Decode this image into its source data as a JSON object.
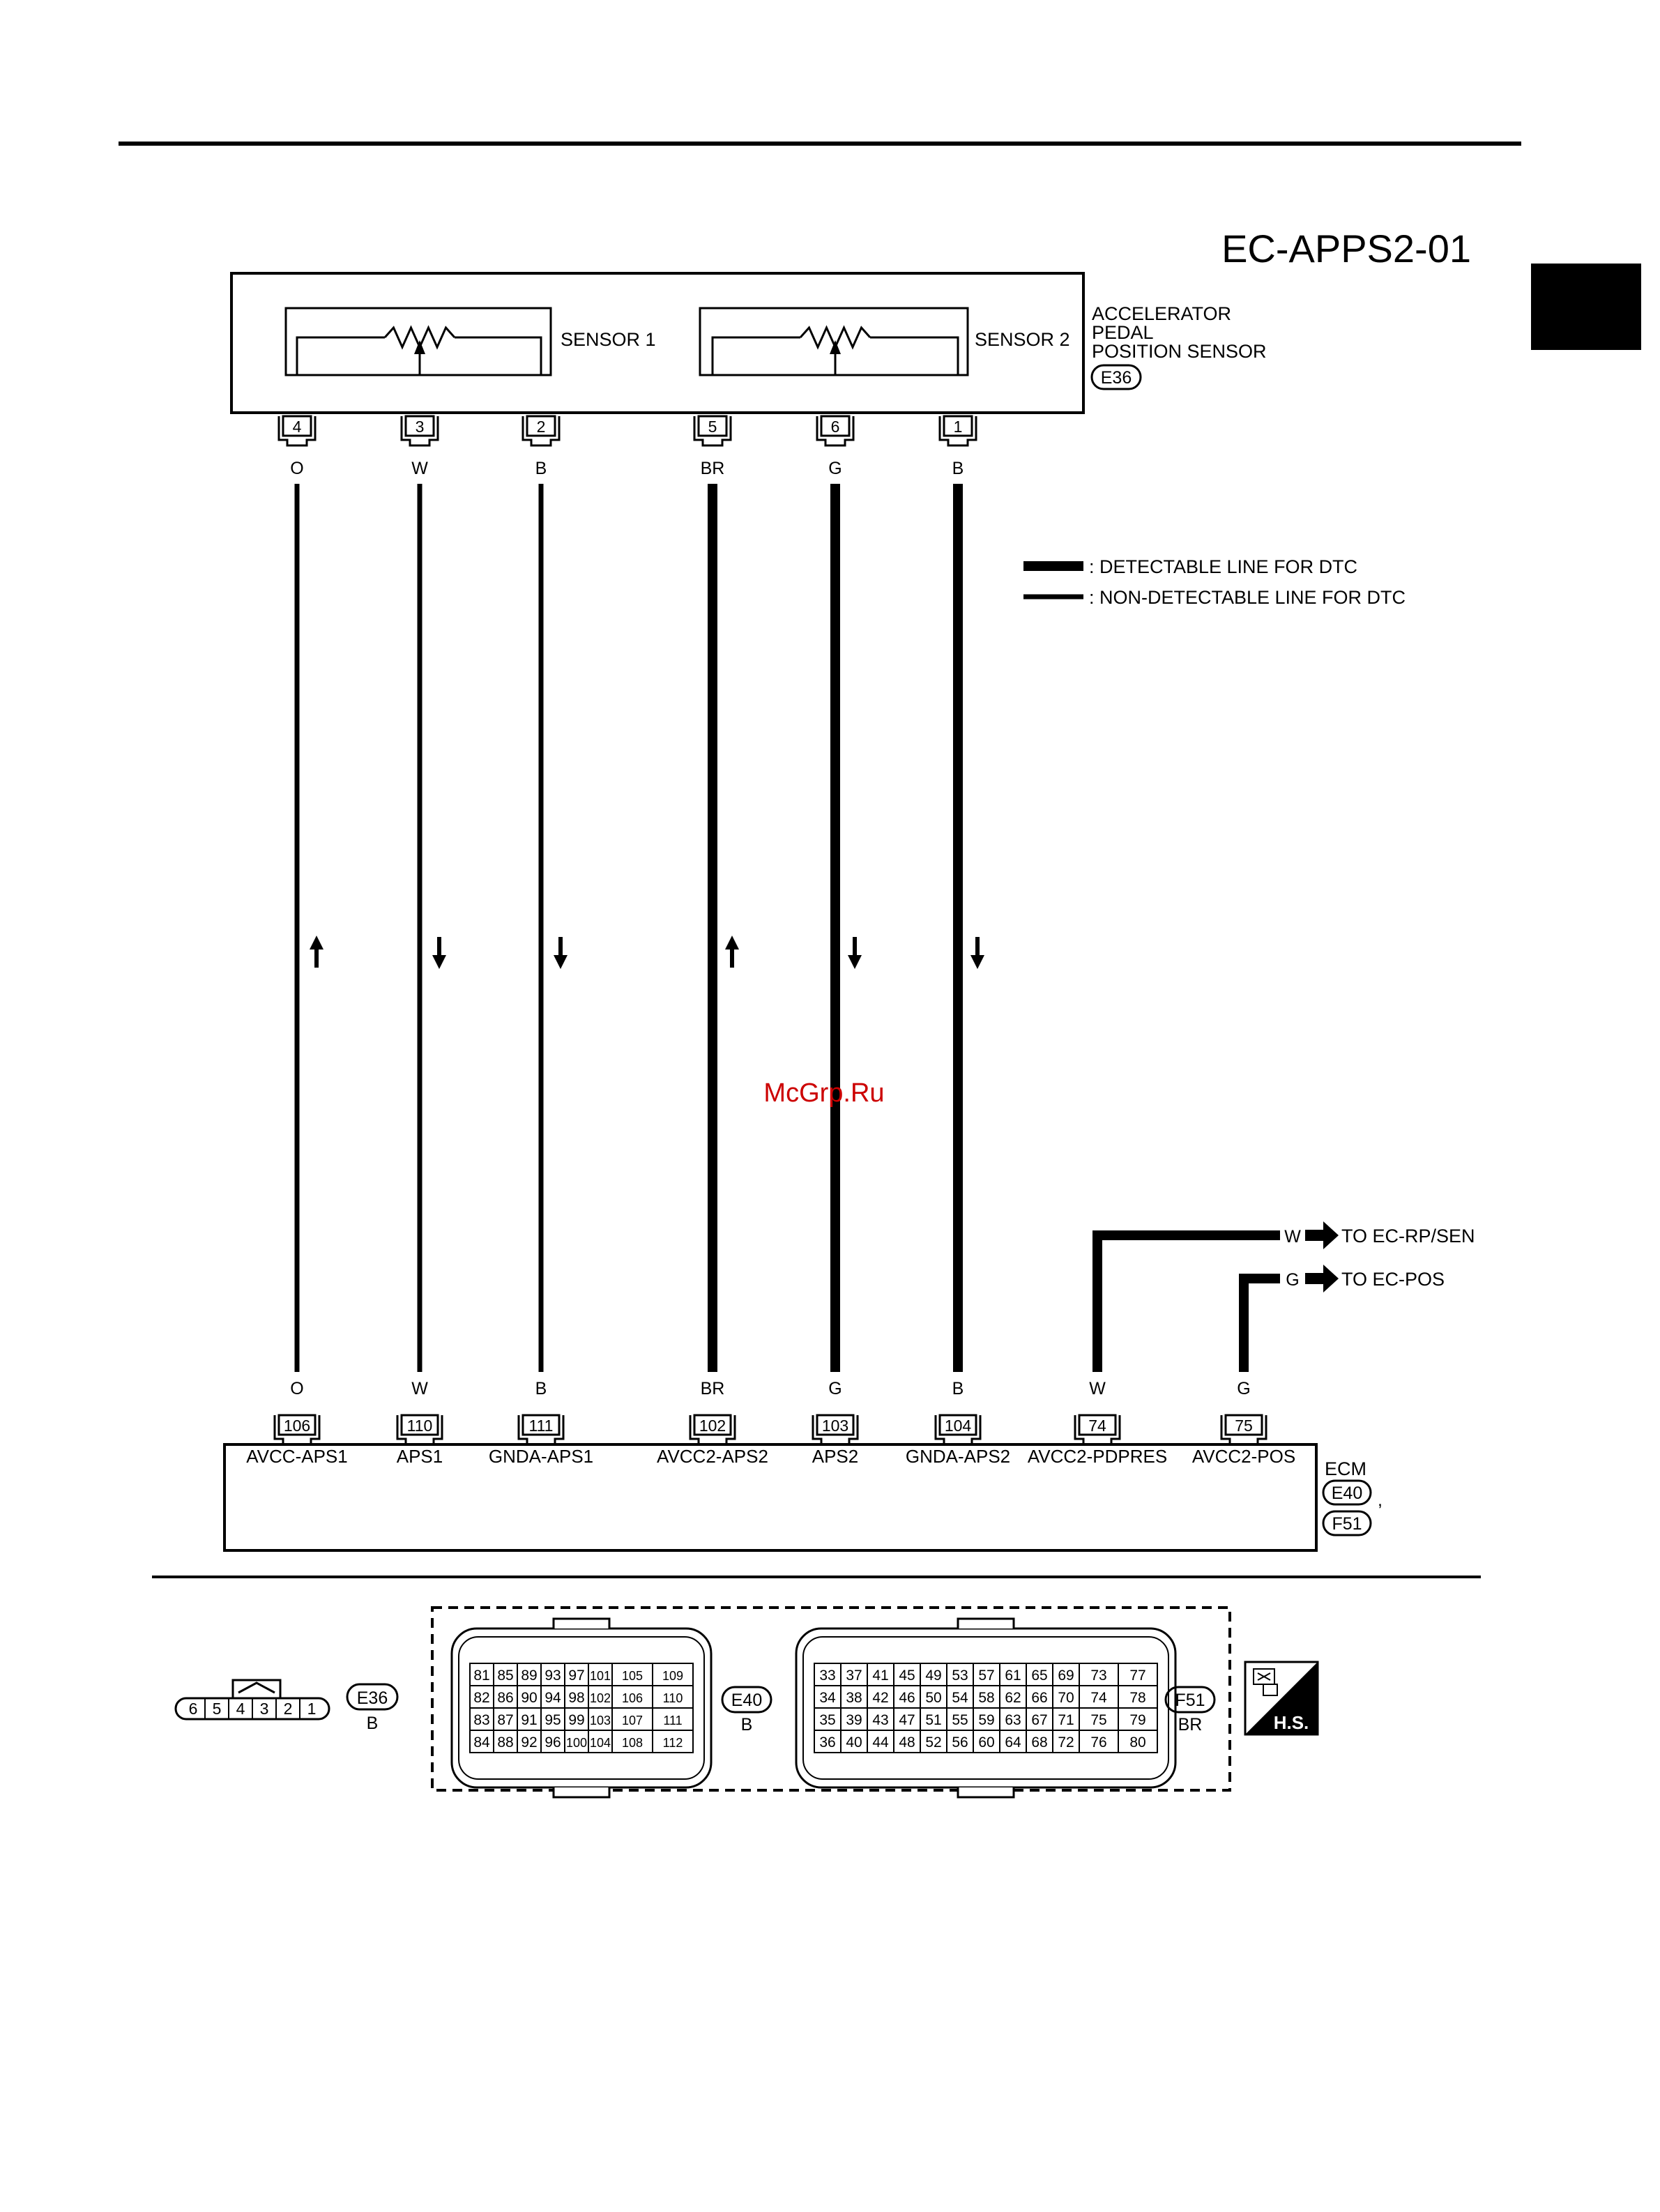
{
  "diagram_title": "EC-APPS2-01",
  "watermark": "McGrp.Ru",
  "sensor": {
    "sensor1_label": "SENSOR 1",
    "sensor2_label": "SENSOR 2",
    "name_line1": "ACCELERATOR",
    "name_line2": "PEDAL",
    "name_line3": "POSITION SENSOR",
    "connector": "E36"
  },
  "legend": {
    "detectable": ": DETECTABLE LINE FOR DTC",
    "non_detectable": ": NON-DETECTABLE LINE FOR DTC"
  },
  "wires": [
    {
      "sensor_pin": "4",
      "color": "O",
      "ecm_pin": "106",
      "signal": "AVCC-APS1",
      "thick": false,
      "arrow": "up"
    },
    {
      "sensor_pin": "3",
      "color": "W",
      "ecm_pin": "110",
      "signal": "APS1",
      "thick": false,
      "arrow": "down"
    },
    {
      "sensor_pin": "2",
      "color": "B",
      "ecm_pin": "111",
      "signal": "GNDA-APS1",
      "thick": false,
      "arrow": "down"
    },
    {
      "sensor_pin": "5",
      "color": "BR",
      "ecm_pin": "102",
      "signal": "AVCC2-APS2",
      "thick": true,
      "arrow": "up"
    },
    {
      "sensor_pin": "6",
      "color": "G",
      "ecm_pin": "103",
      "signal": "APS2",
      "thick": true,
      "arrow": "down"
    },
    {
      "sensor_pin": "1",
      "color": "B",
      "ecm_pin": "104",
      "signal": "GNDA-APS2",
      "thick": true,
      "arrow": "down"
    }
  ],
  "external_wires": [
    {
      "color": "W",
      "ecm_pin": "74",
      "signal": "AVCC2-PDPRES",
      "dest": "TO EC-RP/SEN"
    },
    {
      "color": "G",
      "ecm_pin": "75",
      "signal": "AVCC2-POS",
      "dest": "TO EC-POS"
    }
  ],
  "ecm": {
    "label": "ECM",
    "connector1": "E40",
    "connector2": "F51",
    "separator": ","
  },
  "connector_views": {
    "e36": {
      "id": "E36",
      "color": "B",
      "pins": [
        "6",
        "5",
        "4",
        "3",
        "2",
        "1"
      ]
    },
    "e40": {
      "id": "E40",
      "color": "B",
      "rows": [
        [
          "81",
          "85",
          "89",
          "93",
          "97",
          "101",
          "105",
          "109"
        ],
        [
          "82",
          "86",
          "90",
          "94",
          "98",
          "102",
          "106",
          "110"
        ],
        [
          "83",
          "87",
          "91",
          "95",
          "99",
          "103",
          "107",
          "111"
        ],
        [
          "84",
          "88",
          "92",
          "96",
          "100",
          "104",
          "108",
          "112"
        ]
      ]
    },
    "f51": {
      "id": "F51",
      "color": "BR",
      "rows": [
        [
          "33",
          "37",
          "41",
          "45",
          "49",
          "53",
          "57",
          "61",
          "65",
          "69",
          "73",
          "77"
        ],
        [
          "34",
          "38",
          "42",
          "46",
          "50",
          "54",
          "58",
          "62",
          "66",
          "70",
          "74",
          "78"
        ],
        [
          "35",
          "39",
          "43",
          "47",
          "51",
          "55",
          "59",
          "63",
          "67",
          "71",
          "75",
          "79"
        ],
        [
          "36",
          "40",
          "44",
          "48",
          "52",
          "56",
          "60",
          "64",
          "68",
          "72",
          "76",
          "80"
        ]
      ]
    },
    "hs_label": "H.S."
  },
  "colors": {
    "ink": "#000000",
    "watermark": "#cc0000"
  }
}
